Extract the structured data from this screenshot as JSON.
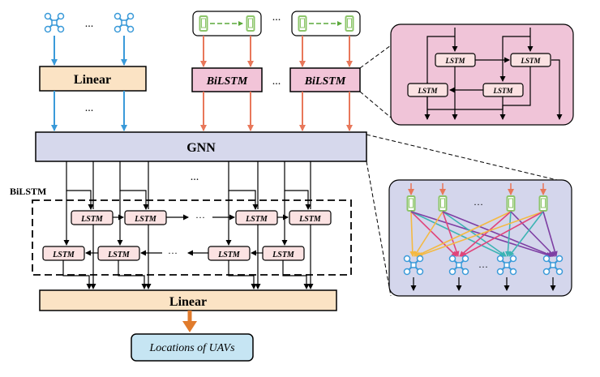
{
  "blocks": {
    "linear_top": "Linear",
    "bilstm_1": "BiLSTM",
    "bilstm_2": "BiLSTM",
    "gnn": "GNN",
    "bilstm_group": "BiLSTM",
    "linear_bottom": "Linear",
    "output": "Locations of UAVs"
  },
  "cell_label": "LSTM",
  "ellipsis": "...",
  "middle_ellipsis": "···",
  "inset_ellipsis": "···",
  "colors": {
    "blue_arrow": "#3a9ad9",
    "orange_arrow": "#e8775a",
    "linear_fill": "#fbe3c4",
    "bilstm_fill": "#f2c4d8",
    "gnn_fill": "#d6d8ec",
    "lstm_cell_fill": "#fbe2e2",
    "output_fill": "#c6e5f3",
    "inset_top_fill": "#f0c4d8",
    "inset_bottom_fill": "#d4d6ec",
    "sensor_green": "#8cc56a",
    "edge_colors": [
      "#f4b942",
      "#e0457b",
      "#3cb4b4",
      "#7e3fa3"
    ]
  },
  "icons": [
    "drone-icon",
    "sensor-pair-icon",
    "sensor-icon"
  ]
}
